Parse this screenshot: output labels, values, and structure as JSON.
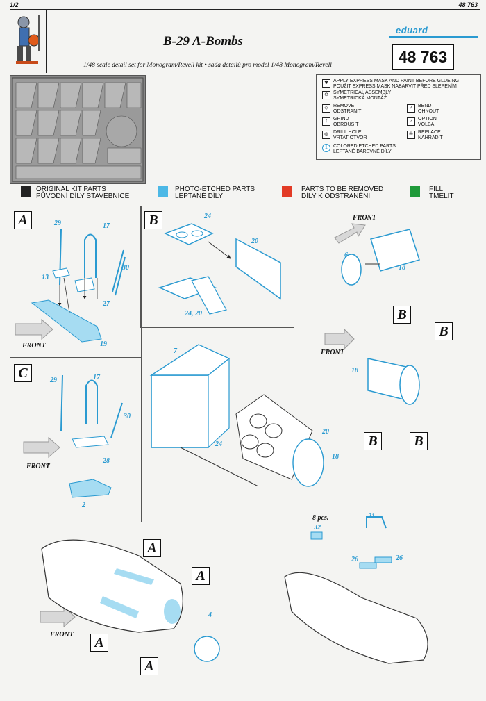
{
  "header": {
    "page": "1/2",
    "set_number_top": "48 763",
    "title": "B-29 A-Bombs",
    "subtitle": "1/48 scale detail set for Monogram/Revell kit • sada detailů pro model 1/48 Monogram/Revell",
    "brand": "eduard",
    "set_number": "48 763"
  },
  "legend": {
    "items": [
      {
        "icon": "✱",
        "label": "APPLY EXPRESS MASK AND PAINT BEFORE GLUEING\nPOUŽIT EXPRESS MASK NABARVIT PŘED SLEPENÍM"
      },
      {
        "icon": "⊘",
        "label": "SYMETRICAL ASSEMBLY\nSYMETRICKÁ MONTÁŽ"
      },
      {
        "icon": "◇",
        "label": "REMOVE\nODSTRANIT"
      },
      {
        "icon": "⌇",
        "label": "GRIND\nOBROUSIT"
      },
      {
        "icon": "◍",
        "label": "DRILL HOLE\nVRTAT OTVOR"
      },
      {
        "icon": "1",
        "label": "COLORED ETCHED PARTS\nLEPTANÉ BAREVNÉ DÍLY"
      },
      {
        "icon": "✓",
        "label": "BEND\nOHNOUT"
      },
      {
        "icon": "?",
        "label": "OPTION\nVOLBA"
      },
      {
        "icon": "®",
        "label": "REPLACE\nNAHRADIT"
      }
    ]
  },
  "colors": {
    "original": "#222222",
    "photo_etched": "#4cb8e6",
    "remove": "#e23b26",
    "fill": "#1f9a3a",
    "line_blue": "#2a9ad1"
  },
  "swatches": [
    {
      "label1": "ORIGINAL KIT PARTS",
      "label2": "PŮVODNÍ DÍLY STAVEBNICE"
    },
    {
      "label1": "PHOTO-ETCHED PARTS",
      "label2": "LEPTANÉ DÍLY"
    },
    {
      "label1": "PARTS TO BE REMOVED",
      "label2": "DÍLY K ODSTRANĚNÍ"
    },
    {
      "label1": "FILL",
      "label2": "TMELIT"
    }
  ],
  "steps": {
    "A": {
      "letter": "A",
      "front": "FRONT",
      "parts": [
        "29",
        "17",
        "30",
        "13",
        "27",
        "19"
      ]
    },
    "B": {
      "letter": "B",
      "parts": [
        "24",
        "20",
        "24, 20"
      ]
    },
    "C": {
      "letter": "C",
      "front": "FRONT",
      "parts": [
        "29",
        "17",
        "30",
        "28",
        "2"
      ]
    },
    "fin": {
      "front": "FRONT",
      "parts": [
        "6",
        "18"
      ]
    },
    "tail": {
      "front": "FRONT",
      "letter": "B",
      "part": "18"
    },
    "main": {
      "parts": [
        "7",
        "20",
        "24",
        "18"
      ]
    },
    "bomb_a": {
      "front": "FRONT",
      "letter": "A",
      "part": "4"
    },
    "bomb_b": {
      "pcs": "8 pcs.",
      "parts": [
        "32",
        "31",
        "26",
        "26"
      ]
    }
  }
}
